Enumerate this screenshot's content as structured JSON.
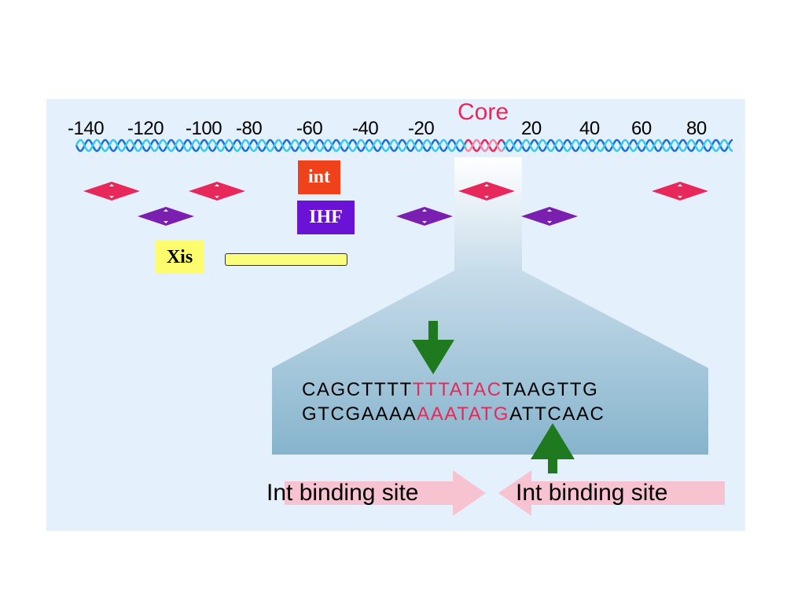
{
  "scale": {
    "labels": [
      {
        "id": "m140",
        "text": "-140"
      },
      {
        "id": "m120",
        "text": "-120"
      },
      {
        "id": "m100",
        "text": "-100"
      },
      {
        "id": "m80",
        "text": "-80"
      },
      {
        "id": "m60",
        "text": "-60"
      },
      {
        "id": "m40",
        "text": "-40"
      },
      {
        "id": "m20",
        "text": "-20"
      },
      {
        "id": "p20",
        "text": "20"
      },
      {
        "id": "p40",
        "text": "40"
      },
      {
        "id": "p60",
        "text": "60"
      },
      {
        "id": "p80",
        "text": "80"
      }
    ]
  },
  "core_label": "Core",
  "legend": {
    "int": "int",
    "ihf": "IHF",
    "xis": "Xis"
  },
  "sequence": {
    "top": {
      "left": "CAGCTTTT",
      "core": "TTTATAC",
      "right": "TAAGTTG"
    },
    "bottom": {
      "left": "GTCGAAAA",
      "core": "AAATATG",
      "right": "ATTCAAC"
    }
  },
  "binding_sites": {
    "left": "Int binding site",
    "right": "Int binding site"
  },
  "colors": {
    "int": "#f0421a",
    "ihf": "#6a12d6",
    "xis": "#fcfc6c",
    "int_site": "#e8275a",
    "ihf_site": "#7a1fb0",
    "arrow": "#1f7a1f",
    "core_text": "#e8275a"
  }
}
